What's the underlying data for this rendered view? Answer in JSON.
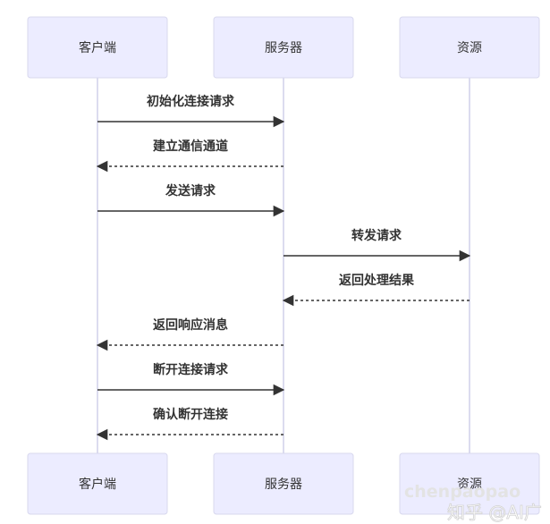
{
  "participants": [
    {
      "id": "client",
      "label": "客户端"
    },
    {
      "id": "server",
      "label": "服务器"
    },
    {
      "id": "resource",
      "label": "资源"
    }
  ],
  "messages": [
    {
      "from": "client",
      "to": "server",
      "label": "初始化连接请求",
      "style": "solid"
    },
    {
      "from": "server",
      "to": "client",
      "label": "建立通信通道",
      "style": "dashed"
    },
    {
      "from": "client",
      "to": "server",
      "label": "发送请求",
      "style": "solid"
    },
    {
      "from": "server",
      "to": "resource",
      "label": "转发请求",
      "style": "solid"
    },
    {
      "from": "resource",
      "to": "server",
      "label": "返回处理结果",
      "style": "dashed"
    },
    {
      "from": "server",
      "to": "client",
      "label": "返回响应消息",
      "style": "dashed"
    },
    {
      "from": "client",
      "to": "server",
      "label": "断开连接请求",
      "style": "solid"
    },
    {
      "from": "server",
      "to": "client",
      "label": "确认断开连接",
      "style": "dashed"
    }
  ],
  "watermark": {
    "line1": "chenpaopao",
    "line2": "知乎 @AI广"
  },
  "colors": {
    "actor_fill": "#ececff",
    "actor_border": "#d8d8ee",
    "lifeline": "#c9c9e6",
    "arrow": "#333333",
    "text": "#333333"
  }
}
